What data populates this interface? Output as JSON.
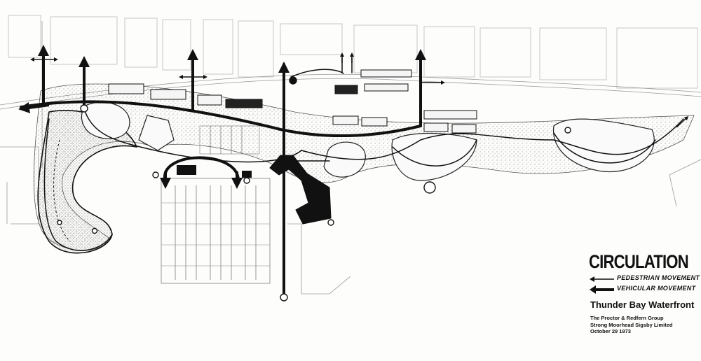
{
  "legend": {
    "title": "CIRCULATION",
    "items": [
      {
        "label": "PEDESTRIAN MOVEMENT",
        "style": "pedestrian"
      },
      {
        "label": "VEHICULAR MOVEMENT",
        "style": "vehicular"
      }
    ]
  },
  "project": {
    "title": "Thunder Bay Waterfront",
    "credits": [
      "The Proctor & Redfern Group",
      "Strong Moorhead Sigsby Limited",
      "October 29 1973"
    ]
  },
  "colors": {
    "ink": "#111111",
    "paper": "#fdfdfc",
    "stipple": "#8a8a8a"
  }
}
